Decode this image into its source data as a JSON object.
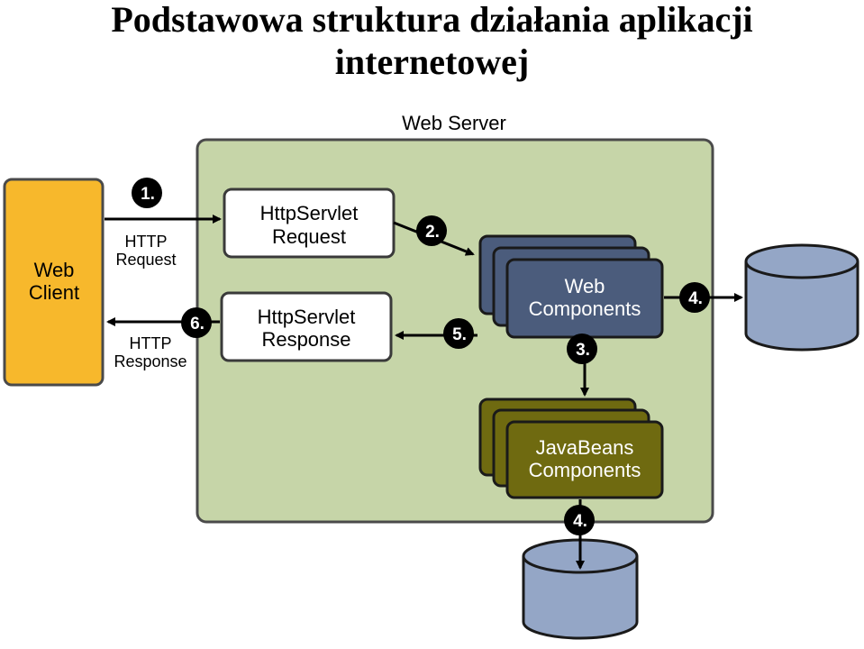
{
  "slide": {
    "title_line1": "Podstawowa struktura działania aplikacji",
    "title_line2": "internetowej"
  },
  "diagram": {
    "server_label": "Web Server",
    "client_label_1": "Web",
    "client_label_2": "Client",
    "request_box_1": "HttpServlet",
    "request_box_2": "Request",
    "response_box_1": "HttpServlet",
    "response_box_2": "Response",
    "web_components_1": "Web",
    "web_components_2": "Components",
    "javabeans_1": "JavaBeans",
    "javabeans_2": "Components",
    "http_request_1": "HTTP",
    "http_request_2": "Request",
    "http_response_1": "HTTP",
    "http_response_2": "Response",
    "step1": "1.",
    "step2": "2.",
    "step3": "3.",
    "step4a": "4.",
    "step4b": "4.",
    "step5": "5.",
    "step6": "6."
  },
  "colors": {
    "server_bg": "#c6d5a8",
    "client_bg": "#f7b82c",
    "web_components_bg": "#4b5c7c",
    "javabeans_bg": "#6f6a10",
    "database_bg": "#94a6c6"
  }
}
